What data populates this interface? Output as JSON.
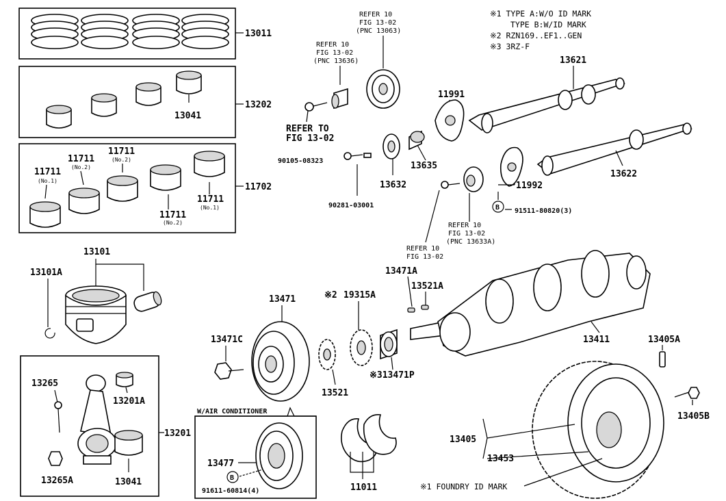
{
  "legend": {
    "note1_a": "※1 TYPE A:W/O ID MARK",
    "note1_b": "TYPE B:W/ID MARK",
    "note2": "※2 RZN169..EF1..GEN",
    "note3": "※3 3RZ-F"
  },
  "refs": {
    "ref_a": [
      "REFER 10",
      "FIG 13-02",
      "(PNC 13063)"
    ],
    "ref_b": [
      "REFER 10",
      "FIG 13-02",
      "(PNC 13636)"
    ],
    "ref_c": [
      "REFER TO",
      "FIG 13-02"
    ],
    "ref_d": [
      "REFER 10",
      "FIG 13-02",
      "(PNC 13633A)"
    ],
    "ref_e": [
      "REFER 10",
      "FIG 13-02"
    ]
  },
  "parts": {
    "p13011": "13011",
    "p13202": "13202",
    "p13041_top": "13041",
    "p11702": "11702",
    "p11711_a": "11711",
    "p11711_b": "11711",
    "p11711_c": "11711",
    "p11711_d": "11711",
    "p11711_e": "11711",
    "no1": "(No.1)",
    "no2": "(No.2)",
    "p13101": "13101",
    "p13101a": "13101A",
    "p13265": "13265",
    "p13201a": "13201A",
    "p13201": "13201",
    "p13265a": "13265A",
    "p13041_bot": "13041",
    "p11991": "11991",
    "p13621": "13621",
    "p13622": "13622",
    "p11992": "11992",
    "p13635": "13635",
    "p13632": "13632",
    "p90105": "90105-08323",
    "p90281": "90281-03001",
    "p91511": "91511-80820(3)",
    "p13471a": "13471A",
    "p13521a": "13521A",
    "p19315a": "19315A",
    "mark2": "※2",
    "p13471": "13471",
    "p13471c": "13471C",
    "p13521": "13521",
    "p13471p": "※313471P",
    "p13411": "13411",
    "p13405a": "13405A",
    "p13405b": "13405B",
    "p13405": "13405",
    "p13453": "13453",
    "foundry": "※1 FOUNDRY ID MARK",
    "aircon": "W/AIR CONDITIONER",
    "p13477": "13477",
    "p91611": "91611-60814(4)",
    "b_mark": "B",
    "p11011": "11011"
  }
}
